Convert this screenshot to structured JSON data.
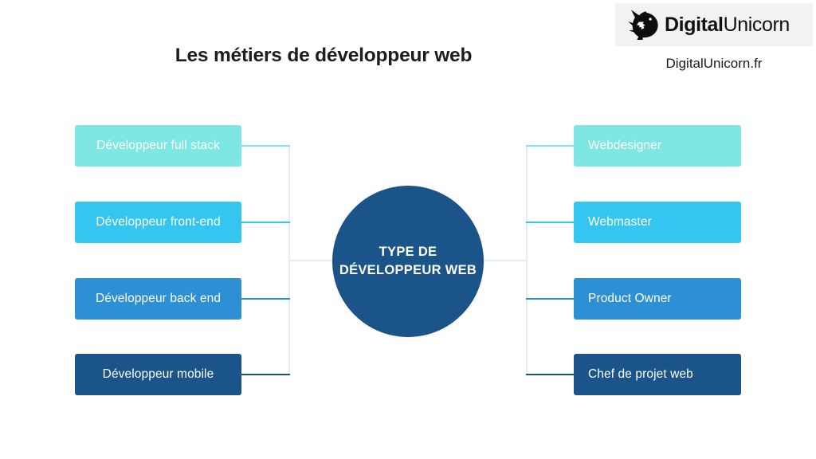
{
  "header": {
    "title": "Les métiers de développeur web",
    "brand_bold": "Digital",
    "brand_light": "Unicorn",
    "site_url": "DigitalUnicorn.fr",
    "logo_icon": "unicorn-head-icon"
  },
  "chart_data": {
    "type": "diagram",
    "title": "Les métiers de développeur web",
    "layout": "mind-map-two-sided",
    "center": {
      "label": "TYPE DE DÉVELOPPEUR WEB",
      "color": "#1b5488"
    },
    "left_branch": [
      {
        "label": "Développeur full stack",
        "color": "#7fe7e3"
      },
      {
        "label": "Développeur front-end",
        "color": "#34c6f0"
      },
      {
        "label": "Développeur back end",
        "color": "#2e90d4"
      },
      {
        "label": "Développeur mobile",
        "color": "#1b5488"
      }
    ],
    "right_branch": [
      {
        "label": "Webdesigner",
        "color": "#7fe7e3"
      },
      {
        "label": "Webmaster",
        "color": "#34c6f0"
      },
      {
        "label": "Product Owner",
        "color": "#2e90d4"
      },
      {
        "label": "Chef de projet web",
        "color": "#1b5488"
      }
    ],
    "connector_spine_color": "#e4ecf4"
  }
}
